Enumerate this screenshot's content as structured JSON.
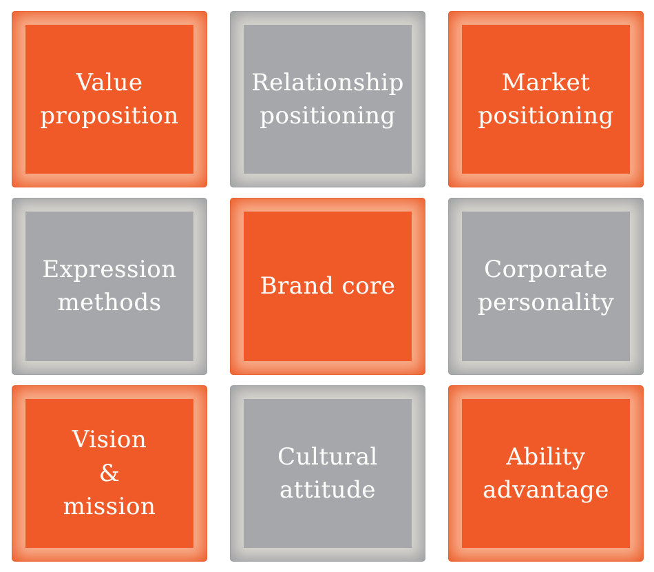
{
  "colors": {
    "background": "#FFFFFF",
    "text": "#FDFDFC",
    "orange_fill": "#F05A28",
    "orange_frame_light": "#F9AF8E",
    "orange_frame_dark": "#E95420",
    "gray_fill": "#A5A7AA",
    "gray_frame_light": "#D8D5CF",
    "gray_frame_dark": "#96989C"
  },
  "grid": {
    "cells": [
      {
        "label": "Value\nproposition",
        "variant": "orange"
      },
      {
        "label": "Relationship\npositioning",
        "variant": "gray"
      },
      {
        "label": "Market\npositioning",
        "variant": "orange"
      },
      {
        "label": "Expression\nmethods",
        "variant": "gray"
      },
      {
        "label": "Brand core",
        "variant": "orange"
      },
      {
        "label": "Corporate\npersonality",
        "variant": "gray"
      },
      {
        "label": "Vision\n&\nmission",
        "variant": "orange"
      },
      {
        "label": "Cultural\nattitude",
        "variant": "gray"
      },
      {
        "label": "Ability\nadvantage",
        "variant": "orange"
      }
    ]
  }
}
